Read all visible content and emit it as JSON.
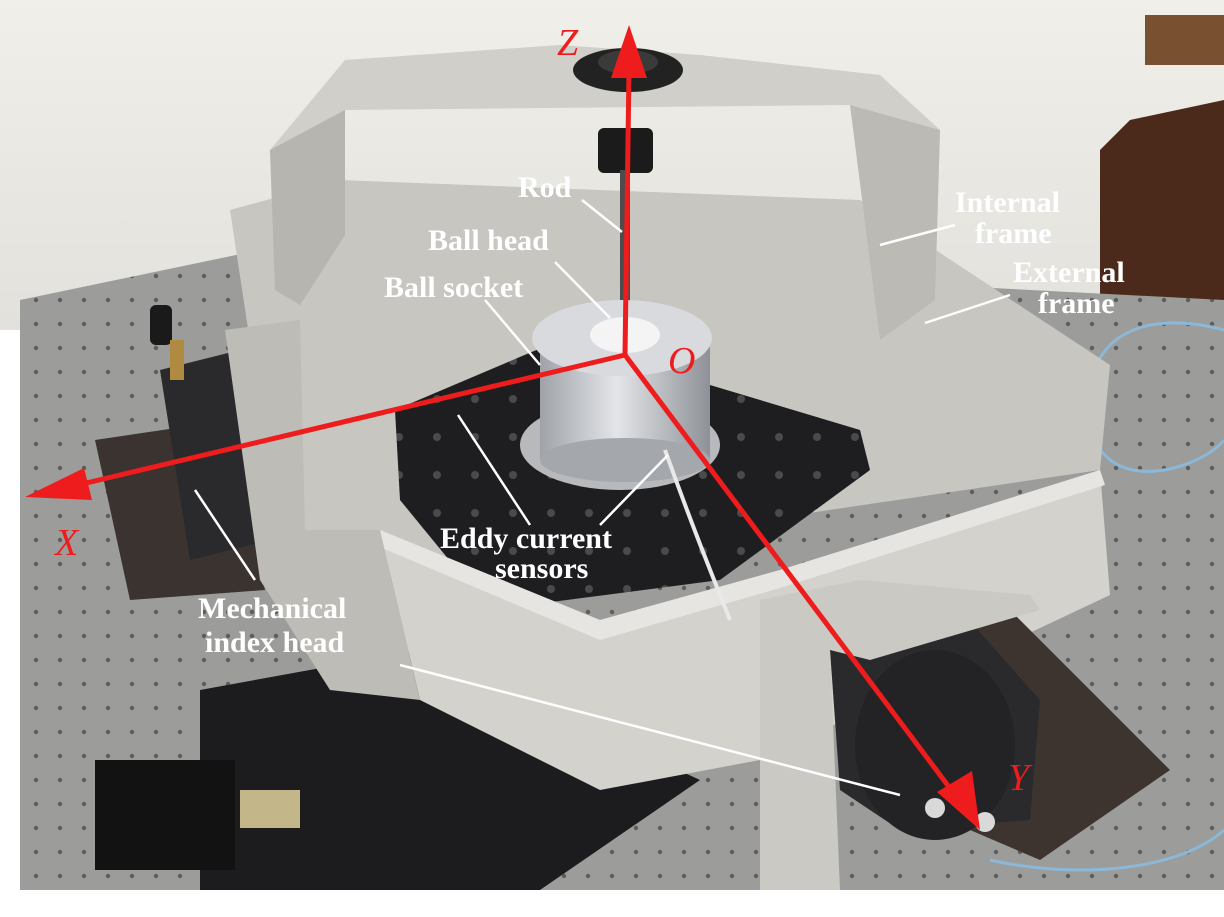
{
  "figure": {
    "labels": {
      "rod": "Rod",
      "ball_head": "Ball head",
      "ball_socket": "Ball socket",
      "internal_frame_line1": "Internal",
      "internal_frame_line2": "frame",
      "external_frame_line1": "External",
      "external_frame_line2": "frame",
      "eddy_line1": "Eddy current",
      "eddy_line2": "sensors",
      "index_head_line1": "Mechanical",
      "index_head_line2": "index head"
    },
    "axes": {
      "x": "X",
      "y": "Y",
      "z": "Z",
      "origin": "O"
    },
    "colors": {
      "axis": "#ee1c1c",
      "label_text": "#ffffff",
      "frame": "#c9c7c1",
      "table": "#9a9a98",
      "stage": "#1c1c1e",
      "aluminium": "#c6c8cc"
    }
  }
}
